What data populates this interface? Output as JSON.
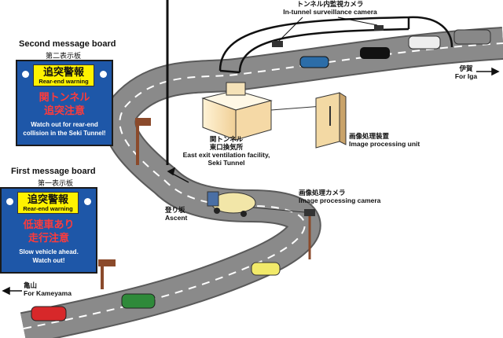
{
  "second_board": {
    "title": "Second message board",
    "title_ja": "第二表示板",
    "warning_ja": "追突警報",
    "warning_en": "Rear-end warning",
    "line1_ja": "関トンネル",
    "line2_ja": "追突注意",
    "msg_en_1": "Watch out for rear-end",
    "msg_en_2": "collision in the Seki Tunnel!"
  },
  "first_board": {
    "title": "First message board",
    "title_ja": "第一表示板",
    "warning_ja": "追突警報",
    "warning_en": "Rear-end warning",
    "line1_ja": "低速車あり",
    "line2_ja": "走行注意",
    "msg_en_1": "Slow vehicle ahead.",
    "msg_en_2": "Watch out!"
  },
  "labels": {
    "tunnel_camera_ja": "トンネル内監視カメラ",
    "tunnel_camera_en": "In-tunnel surveillance camera",
    "to_iga_ja": "伊賀",
    "to_iga_en": "For Iga",
    "facility_ja_1": "関トンネル",
    "facility_ja_2": "東口換気所",
    "facility_en_1": "East exit ventilation facility,",
    "facility_en_2": "Seki Tunnel",
    "processing_unit_ja": "画像処理装置",
    "processing_unit_en": "Image processing unit",
    "processing_camera_ja": "画像処理カメラ",
    "processing_camera_en": "Image processing camera",
    "ascent_ja": "登り坂",
    "ascent_en": "Ascent",
    "to_kameyama_ja": "亀山",
    "to_kameyama_en": "For Kameyama"
  },
  "colors": {
    "road": "#8a8a8a",
    "board_blue": "#1e57a8",
    "warning_yellow": "#fff200",
    "warning_red": "#ff3b3b",
    "post_brown": "#8b4a2b"
  }
}
